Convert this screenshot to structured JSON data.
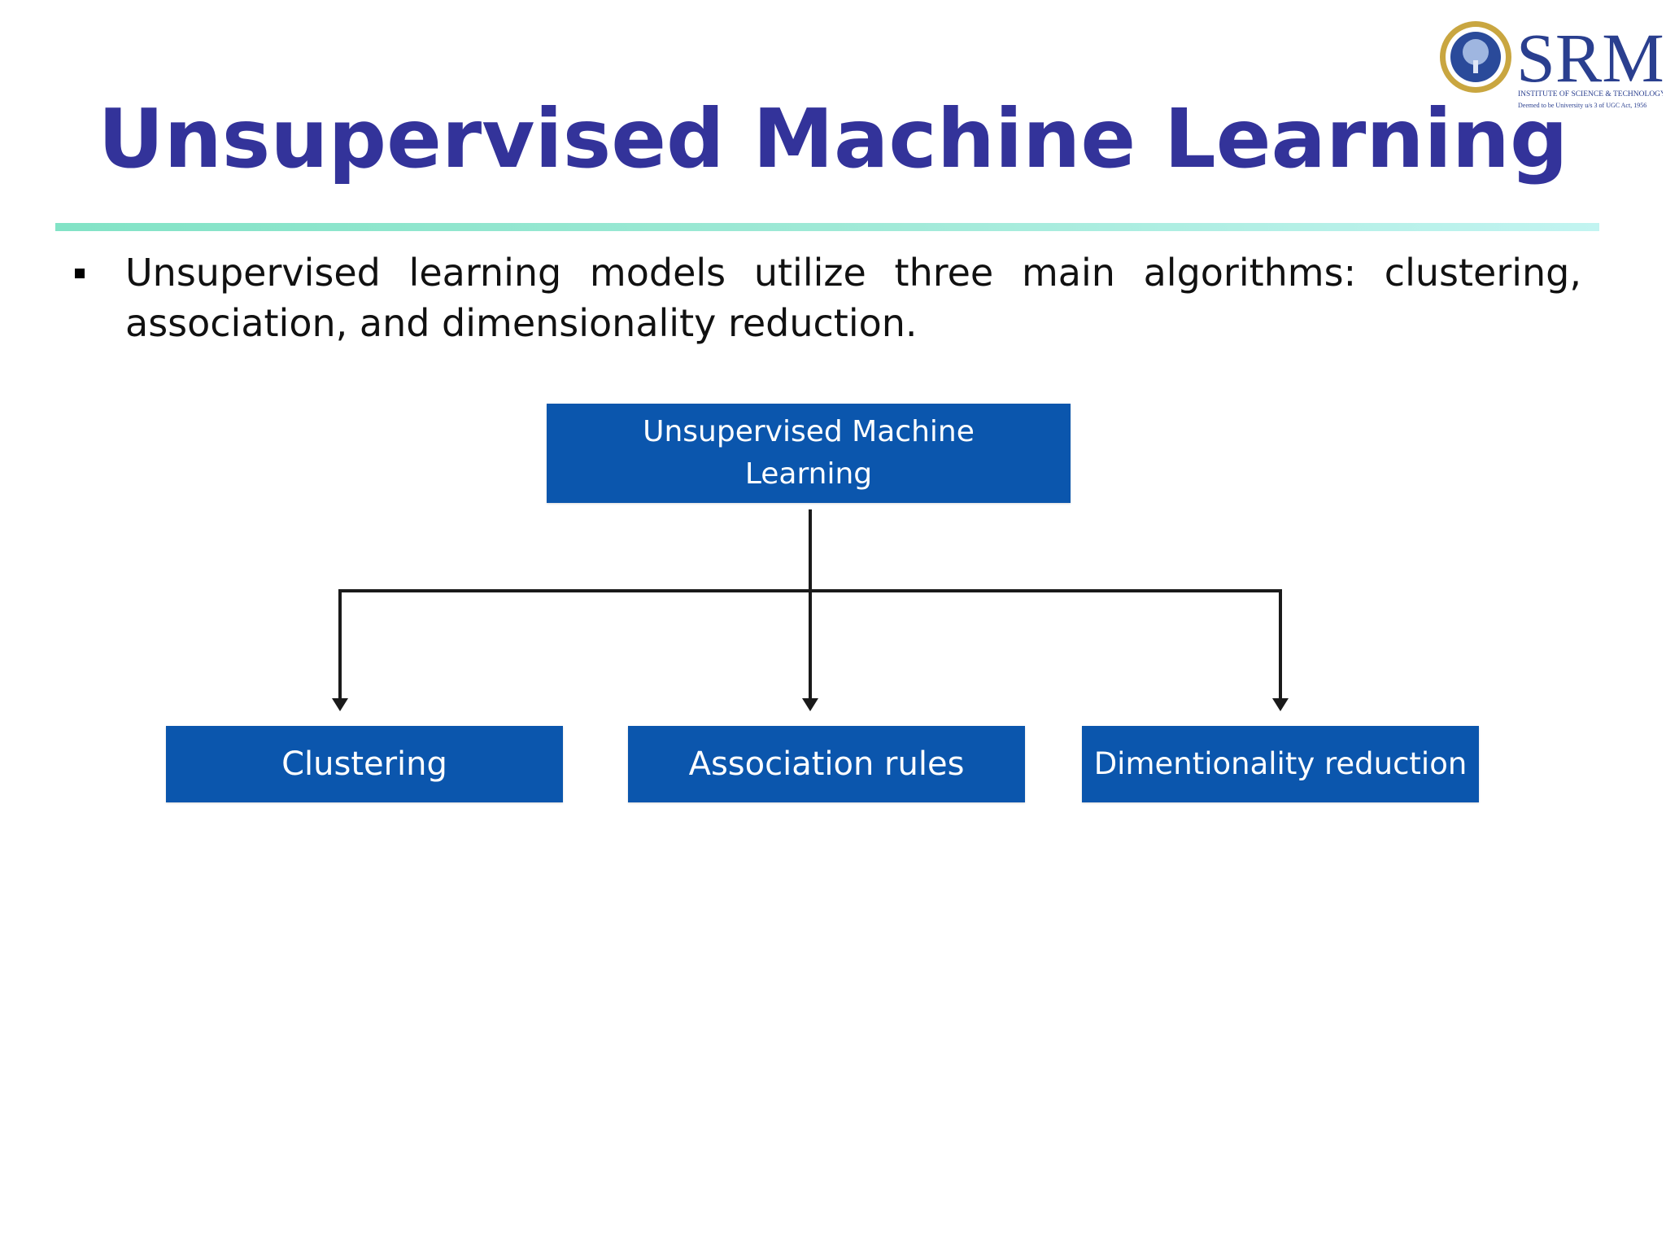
{
  "slide": {
    "title": "Unsupervised Machine Learning",
    "bullet_text": "Unsupervised learning models utilize three main algorithms: clustering, association, and dimensionality reduction."
  },
  "logo": {
    "name": "SRM",
    "subtitle_line1": "INSTITUTE OF SCIENCE & TECHNOLOGY",
    "subtitle_line2": "Deemed to be University u/s 3 of UGC Act, 1956"
  },
  "diagram": {
    "root_label": "Unsupervised Machine Learning",
    "children": [
      {
        "label": "Clustering"
      },
      {
        "label": "Association rules"
      },
      {
        "label": "Dimentionality reduction"
      }
    ]
  },
  "colors": {
    "title": "#33339a",
    "box_fill": "#0b56ad",
    "box_text": "#ffffff",
    "rule_start": "#82e3c6",
    "rule_end": "#c2f4f1",
    "logo_blue": "#2a3f8f",
    "logo_gold": "#c9a640"
  }
}
